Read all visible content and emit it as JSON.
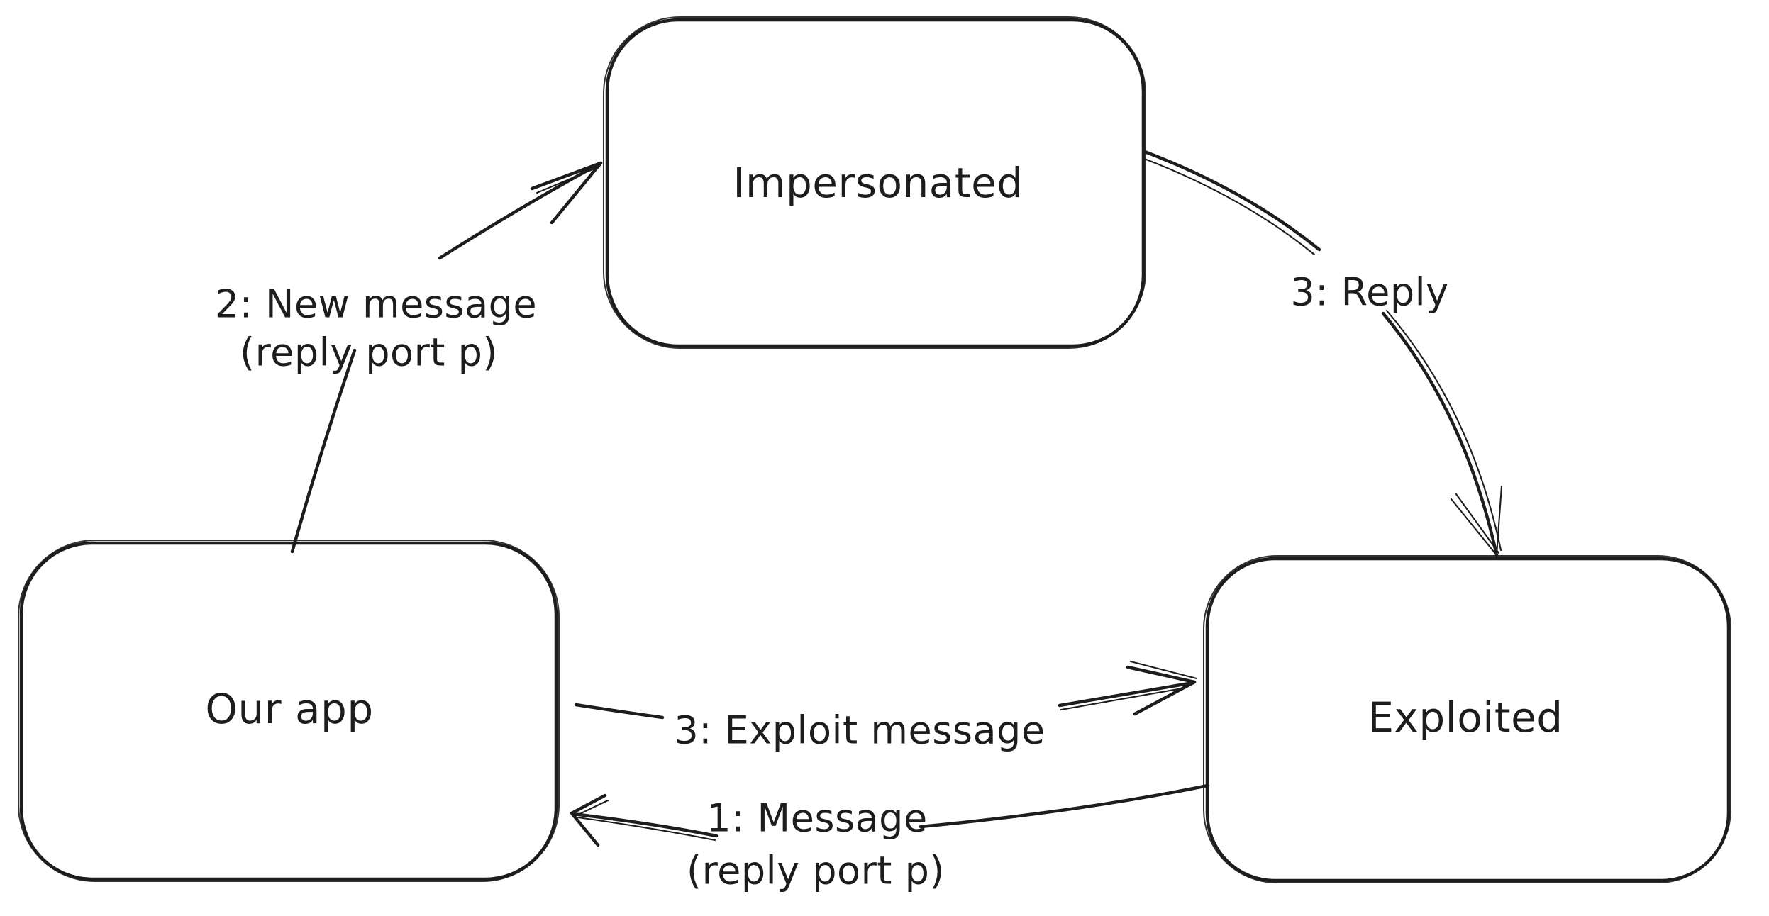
{
  "diagram": {
    "style": "hand-drawn whiteboard sketch",
    "background_color": "#ffffff",
    "stroke_color": "#1d1d1d",
    "nodes": [
      {
        "id": "impersonated",
        "label": "Impersonated"
      },
      {
        "id": "our_app",
        "label": "Our app"
      },
      {
        "id": "exploited",
        "label": "Exploited"
      }
    ],
    "edges": [
      {
        "id": "new_message",
        "from": "our_app",
        "to": "impersonated",
        "label_lines": [
          "2: New message",
          "(reply port p)"
        ]
      },
      {
        "id": "reply",
        "from": "impersonated",
        "to": "exploited",
        "label_lines": [
          "3: Reply"
        ]
      },
      {
        "id": "exploit_message",
        "from": "our_app",
        "to": "exploited",
        "label_lines": [
          "3: Exploit message"
        ]
      },
      {
        "id": "message",
        "from": "exploited",
        "to": "our_app",
        "label_lines": [
          "1: Message",
          "(reply port p)"
        ]
      }
    ]
  }
}
